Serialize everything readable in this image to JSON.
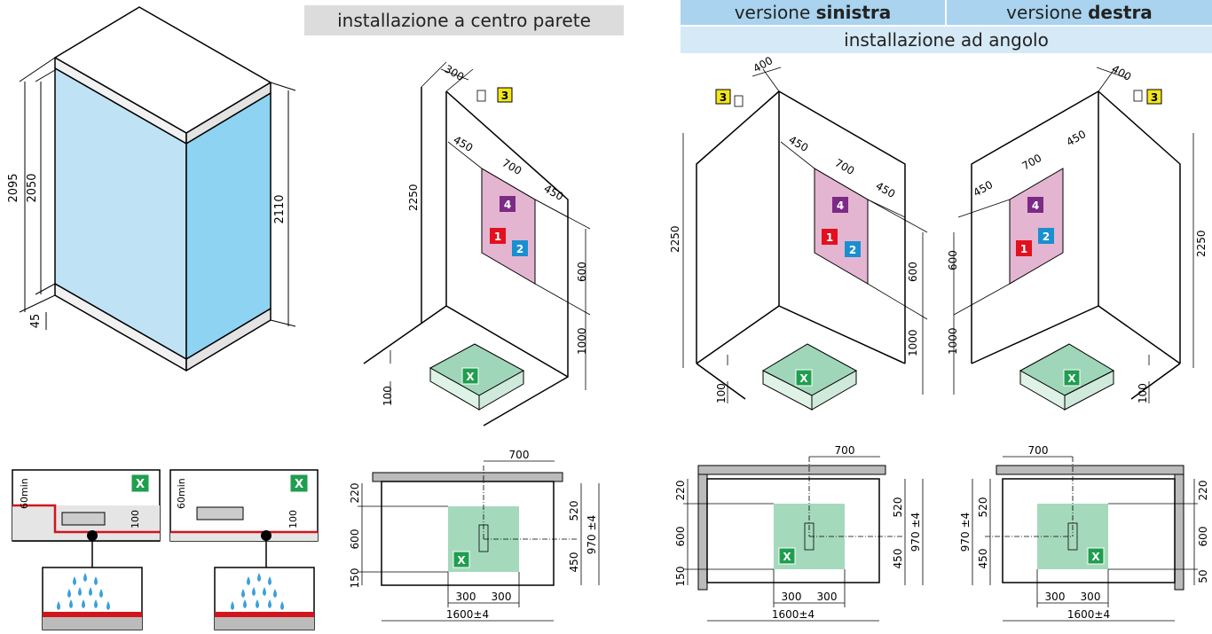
{
  "headers": {
    "center_wall": "installazione a centro parete",
    "left_prefix": "versione ",
    "left_bold": "sinistra",
    "right_prefix": "versione ",
    "right_bold": "destra",
    "corner": "installazione ad angolo"
  },
  "badges": {
    "inlet_1": "1",
    "inlet_2": "2",
    "inlet_3": "3",
    "inlet_4": "4",
    "drain": "X"
  },
  "cabin": {
    "h_total": "2095",
    "h_glass": "2050",
    "h_base": "45",
    "h_right": "2110"
  },
  "center": {
    "depth": "300",
    "height": "2250",
    "left_off": "450",
    "width": "700",
    "right_off": "450",
    "zone_h": "600",
    "floor_h": "1000",
    "tray": "100"
  },
  "left": {
    "depth": "400",
    "height": "2250",
    "left_off": "450",
    "width": "700",
    "right_off": "450",
    "zone_h": "600",
    "floor_h": "1000",
    "tray": "100"
  },
  "right": {
    "depth": "400",
    "height": "2250",
    "left_off": "450",
    "width": "700",
    "right_off": "450",
    "zone_h": "600",
    "floor_h": "1000",
    "tray": "100"
  },
  "plan_center": {
    "top": "700",
    "d220": "220",
    "d600": "600",
    "d150": "150",
    "d520": "520",
    "d450": "450",
    "total_h": "970 ±4",
    "w300a": "300",
    "w300b": "300",
    "total_w": "1600±4"
  },
  "plan_left": {
    "top": "700",
    "d220": "220",
    "d600": "600",
    "d150": "150",
    "d520": "520",
    "d450": "450",
    "total_h": "970 ±4",
    "w300a": "300",
    "w300b": "300",
    "total_w": "1600±4"
  },
  "plan_right": {
    "top": "700",
    "d220": "220",
    "d600": "600",
    "d50": "50",
    "d520": "520",
    "d450": "450",
    "total_h": "970 ±4",
    "w300a": "300",
    "w300b": "300",
    "total_w": "1600±4"
  },
  "drain_a": {
    "min": "60",
    "min_label": "min",
    "h": "100"
  },
  "drain_b": {
    "min": "60",
    "min_label": "min",
    "h": "100"
  },
  "colors": {
    "header_bg_grey": "#dcdcdc",
    "header_bg_blue": "#a9d3ee",
    "header_bg_lightblue": "#d5e9f6",
    "glass_left": "#bfe2f5",
    "glass_right": "#8ed3f2",
    "zone_pink": "#e3b5d1",
    "tray_green": "#9fd5b8",
    "badge_red": "#e3101e",
    "badge_blue": "#1a8fd0",
    "badge_purple": "#7b2a86",
    "badge_yellow": "#f2e51a",
    "badge_green": "#1f9e4f",
    "pipe_red": "#d2141c",
    "water_blue": "#3aa0dc"
  }
}
